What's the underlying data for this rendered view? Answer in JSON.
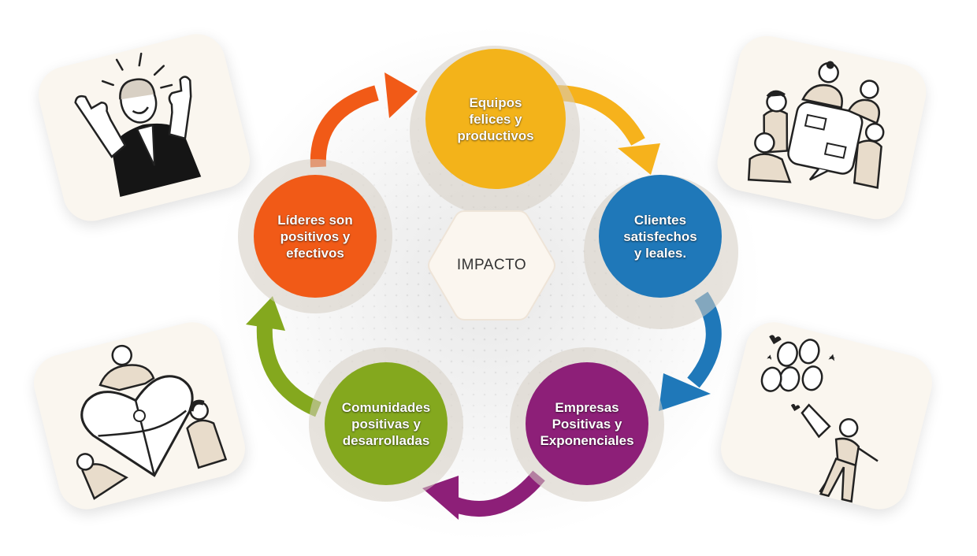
{
  "center": {
    "label": "IMPACTO"
  },
  "nodes": [
    {
      "id": "equipos",
      "text": "Equipos\nfelices y\nproductivos",
      "color": "#f3b31a"
    },
    {
      "id": "clientes",
      "text": "Clientes\nsatisfechos\ny leales.",
      "color": "#1f78b9"
    },
    {
      "id": "empresas",
      "text": "Empresas\nPositivas y\nExponenciales",
      "color": "#8d1f78"
    },
    {
      "id": "comunidades",
      "text": "Comunidades\npositivas y\ndesarrolladas",
      "color": "#84a81e"
    },
    {
      "id": "lideres",
      "text": "Líderes son\npositivos y\nefectivos",
      "color": "#f15a17"
    }
  ],
  "arrows": [
    {
      "from": "lideres",
      "to": "equipos",
      "color": "#f15a17"
    },
    {
      "from": "equipos",
      "to": "clientes",
      "color": "#f6b21c"
    },
    {
      "from": "clientes",
      "to": "empresas",
      "color": "#1f78b9"
    },
    {
      "from": "empresas",
      "to": "comunidades",
      "color": "#8d1f78"
    },
    {
      "from": "comunidades",
      "to": "lideres",
      "color": "#84a81e"
    }
  ],
  "illustrations": [
    {
      "id": "leader-thumbs-up",
      "icon": "person-thumbs-up-icon"
    },
    {
      "id": "team-meeting",
      "icon": "team-meeting-icon"
    },
    {
      "id": "community-heart-puzzle",
      "icon": "heart-puzzle-icon"
    },
    {
      "id": "megaphone-feedback",
      "icon": "megaphone-icon"
    }
  ]
}
